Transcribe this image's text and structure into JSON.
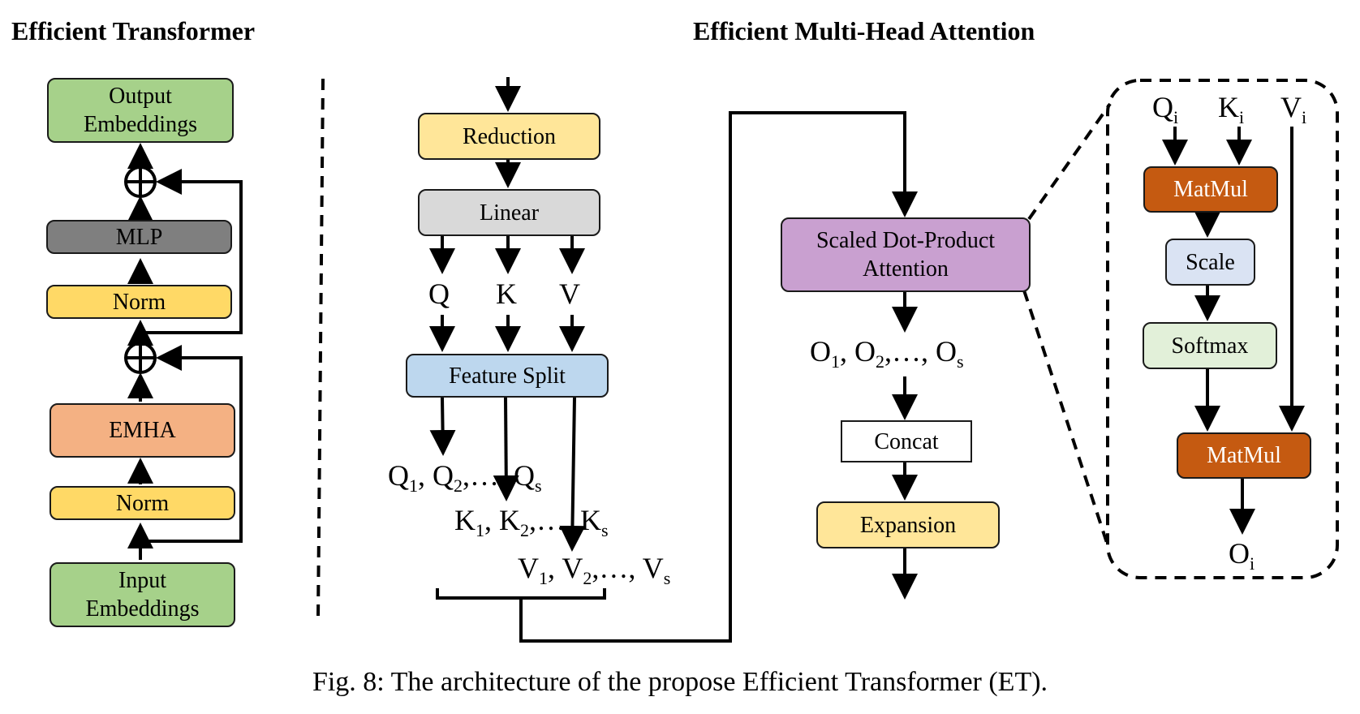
{
  "left": {
    "title": "Efficient Transformer",
    "output_line1": "Output",
    "output_line2": "Embeddings",
    "mlp": "MLP",
    "norm_top": "Norm",
    "emha": "EMHA",
    "norm_bottom": "Norm",
    "input_line1": "Input",
    "input_line2": "Embeddings"
  },
  "right": {
    "title": "Efficient Multi-Head Attention",
    "reduction": "Reduction",
    "linear": "Linear",
    "q": "Q",
    "k": "K",
    "v": "V",
    "feature_split": "Feature Split",
    "q_seq": {
      "a": "Q",
      "s1": "1",
      "b": ", Q",
      "s2": "2",
      "c": ",…, Q",
      "s3": "s"
    },
    "k_seq": {
      "a": "K",
      "s1": "1",
      "b": ", K",
      "s2": "2",
      "c": ",…, K",
      "s3": "s"
    },
    "v_seq": {
      "a": "V",
      "s1": "1",
      "b": ", V",
      "s2": "2",
      "c": ",…, V",
      "s3": "s"
    },
    "sdpa_line1": "Scaled Dot-Product",
    "sdpa_line2": "Attention",
    "o_seq": {
      "a": "O",
      "s1": "1",
      "b": ", O",
      "s2": "2",
      "c": ",…, O",
      "s3": "s"
    },
    "concat": "Concat",
    "expansion": "Expansion"
  },
  "detail": {
    "qi": {
      "a": "Q",
      "s": "i"
    },
    "ki": {
      "a": "K",
      "s": "i"
    },
    "vi": {
      "a": "V",
      "s": "i"
    },
    "matmul1": "MatMul",
    "scale": "Scale",
    "softmax": "Softmax",
    "matmul2": "MatMul",
    "oi": {
      "a": "O",
      "s": "i"
    }
  },
  "caption": "Fig. 8: The architecture of the propose Efficient Transformer (ET).",
  "colors": {
    "embeddings": "#a6d18a",
    "mlp": "#7f7f7f",
    "norm": "#ffd966",
    "emha": "#f4b183",
    "reduction": "#ffe699",
    "linear": "#d9d9d9",
    "feature_split": "#bdd7ee",
    "sdpa": "#c9a0d0",
    "concat": "#ffffff",
    "expansion": "#ffe699",
    "matmul": "#c55a11",
    "scale": "#dae3f3",
    "softmax": "#e2f0d9"
  }
}
